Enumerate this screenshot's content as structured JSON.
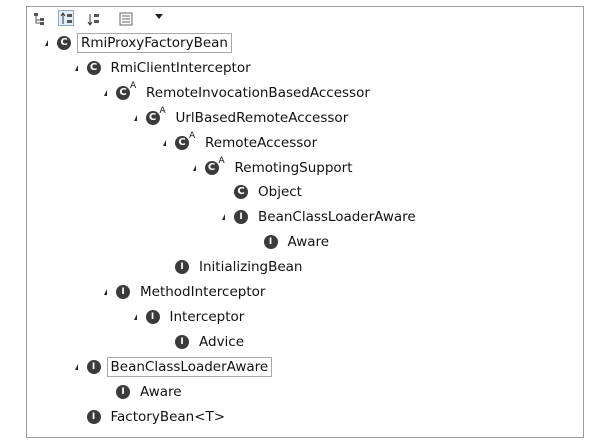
{
  "toolbar": {
    "buttons": [
      {
        "icon": "type-hierarchy-icon"
      },
      {
        "icon": "supertype-hierarchy-icon",
        "active": true
      },
      {
        "icon": "subtype-hierarchy-icon"
      },
      {
        "icon": "view-menu-icon"
      }
    ]
  },
  "tree": [
    {
      "label": "RmiProxyFactoryBean",
      "depth": 0,
      "kind": "class-icon",
      "expanded": true,
      "selected": true,
      "abstract": false
    },
    {
      "label": "RmiClientInterceptor",
      "depth": 1,
      "kind": "class-icon",
      "expanded": true,
      "abstract": false
    },
    {
      "label": "RemoteInvocationBasedAccessor",
      "depth": 2,
      "kind": "class-icon",
      "expanded": true,
      "abstract": true
    },
    {
      "label": "UrlBasedRemoteAccessor",
      "depth": 3,
      "kind": "class-icon",
      "expanded": true,
      "abstract": true
    },
    {
      "label": "RemoteAccessor",
      "depth": 4,
      "kind": "class-icon",
      "expanded": true,
      "abstract": true
    },
    {
      "label": "RemotingSupport",
      "depth": 5,
      "kind": "class-icon",
      "expanded": true,
      "abstract": true
    },
    {
      "label": "Object",
      "depth": 6,
      "kind": "class-icon",
      "expanded": false,
      "abstract": false
    },
    {
      "label": "BeanClassLoaderAware",
      "depth": 6,
      "kind": "interface-icon",
      "expanded": true,
      "abstract": false
    },
    {
      "label": "Aware",
      "depth": 7,
      "kind": "interface-icon",
      "expanded": false,
      "abstract": false
    },
    {
      "label": "InitializingBean",
      "depth": 4,
      "kind": "interface-icon",
      "expanded": false,
      "abstract": false
    },
    {
      "label": "MethodInterceptor",
      "depth": 2,
      "kind": "interface-icon",
      "expanded": true,
      "abstract": false
    },
    {
      "label": "Interceptor",
      "depth": 3,
      "kind": "interface-icon",
      "expanded": true,
      "abstract": false
    },
    {
      "label": "Advice",
      "depth": 4,
      "kind": "interface-icon",
      "expanded": false,
      "abstract": false
    },
    {
      "label": "BeanClassLoaderAware",
      "depth": 1,
      "kind": "interface-icon",
      "expanded": true,
      "selected": true,
      "abstract": false
    },
    {
      "label": "Aware",
      "depth": 2,
      "kind": "interface-icon",
      "expanded": false,
      "abstract": false
    },
    {
      "label": "FactoryBean<T>",
      "depth": 1,
      "kind": "interface-icon",
      "expanded": false,
      "abstract": false
    }
  ]
}
